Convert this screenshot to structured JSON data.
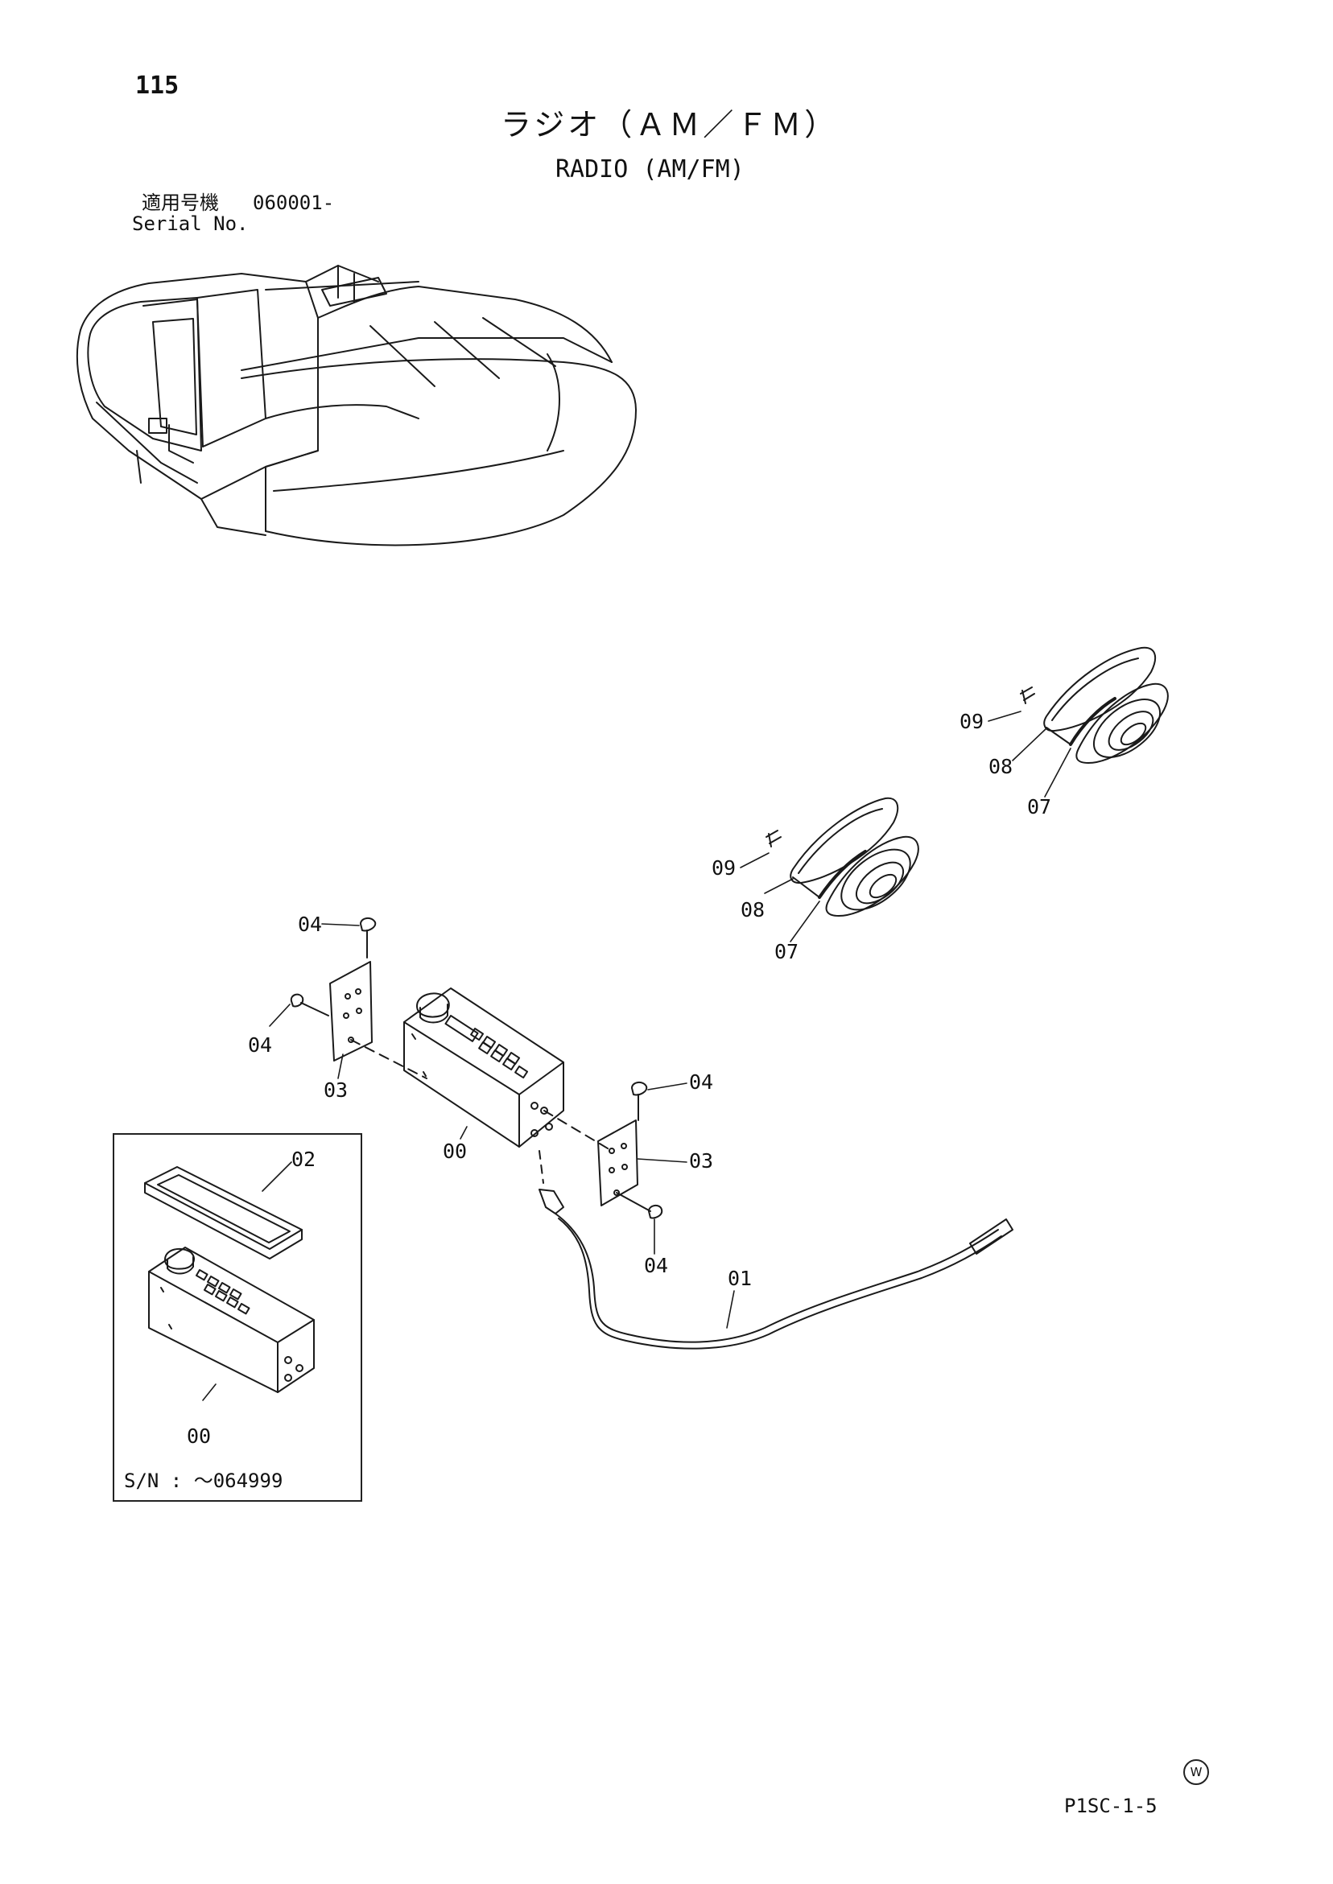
{
  "header": {
    "page_number": "115",
    "title_ja": "ラジオ（ＡＭ／ＦＭ）",
    "title_en": "RADIO (AM/FM)"
  },
  "serial": {
    "label_ja": "適用号機",
    "label_en": "Serial No.",
    "number": "060001-"
  },
  "inset": {
    "serial_note": "S/N : ～064999"
  },
  "callouts": {
    "radio_main": "00",
    "radio_inset": "00",
    "cable": "01",
    "cover": "02",
    "bracket_left": "03",
    "bracket_right": "03",
    "screw_top_left": "04",
    "screw_side_left": "04",
    "screw_top_right": "04",
    "screw_bottom_right": "04",
    "speaker_front": "07",
    "grille_front": "08",
    "screw_front": "09",
    "speaker_rear": "07",
    "grille_rear": "08",
    "screw_rear": "09"
  },
  "footer": {
    "doc_code": "P1SC-1-5",
    "mark": "W"
  }
}
